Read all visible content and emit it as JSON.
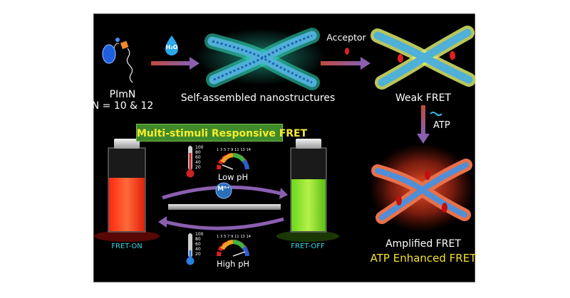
{
  "labels": {
    "molecule": "PImN",
    "n_values": "N = 10 & 12",
    "water": "H₂O",
    "self_assembled": "Self-assembled nanostructures",
    "acceptor": "Acceptor",
    "weak_fret": "Weak FRET",
    "atp": "ATP",
    "multi_stimuli": "Multi-stimuli Responsive FRET",
    "low_ph": "Low pH",
    "high_ph": "High pH",
    "metal_ion": "Mⁿ⁺",
    "fret_on": "FRET-ON",
    "fret_off": "FRET-OFF",
    "amplified_fret": "Amplified FRET",
    "atp_enhanced": "ATP Enhanced FRET",
    "thermo_ticks": [
      "100",
      "80",
      "60",
      "40",
      "20"
    ],
    "ph_ticks": [
      "1",
      "3",
      "5",
      "7",
      "9",
      "11",
      "13",
      "14"
    ]
  },
  "colors": {
    "background": "#000000",
    "arrow": "#8a5fb0",
    "nanostructure": "#4fb0d8",
    "nanostructure_glow": "#2fe0c0",
    "weak_fret_shell": "#d9e86a",
    "amplified_shell": "#e8704a",
    "acceptor_dye": "#e02020",
    "fret_on_vial": "#ff4a1a",
    "fret_off_vial": "#8ee02a",
    "label_cyan": "#35d6e8",
    "label_yellow": "#f4e12a"
  }
}
